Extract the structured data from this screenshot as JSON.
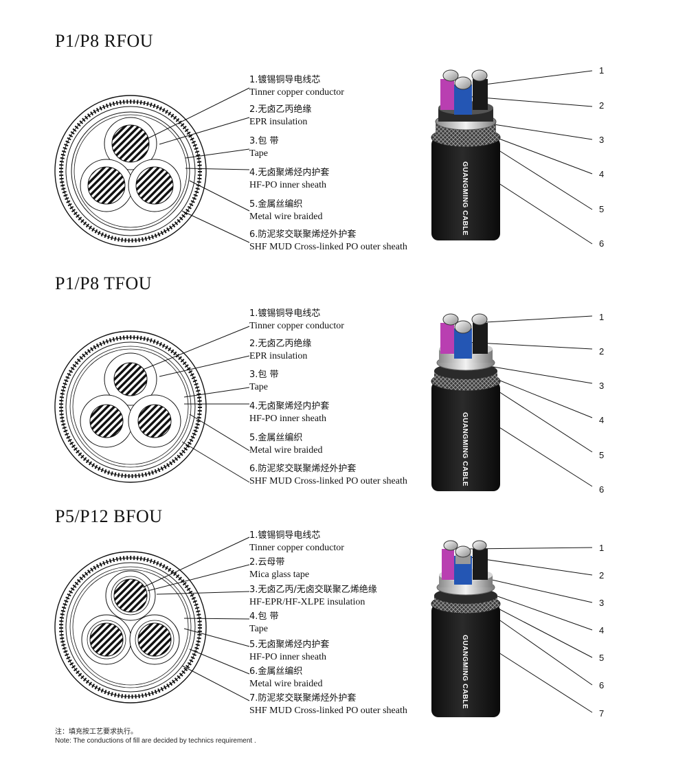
{
  "sections": [
    {
      "title": "P1/P8 RFOU",
      "labels": [
        {
          "zh": "1.镀锡铜导电线芯",
          "en": "Tinner copper conductor"
        },
        {
          "zh": "2.无卤乙丙绝缘",
          "en": "EPR insulation"
        },
        {
          "zh": "3.包  带",
          "en": "Tape"
        },
        {
          "zh": "4.无卤聚烯烃内护套",
          "en": "HF-PO inner sheath"
        },
        {
          "zh": "5.金属丝编织",
          "en": "Metal wire braided"
        },
        {
          "zh": "6.防泥浆交联聚烯烃外护套",
          "en": "SHF MUD Cross-linked PO outer sheath"
        }
      ],
      "numbers": [
        "1",
        "2",
        "3",
        "4",
        "5",
        "6"
      ],
      "cable_text": "GUANGMING CABLE"
    },
    {
      "title": "P1/P8 TFOU",
      "labels": [
        {
          "zh": "1.镀锡铜导电线芯",
          "en": "Tinner copper conductor"
        },
        {
          "zh": "2.无卤乙丙绝缘",
          "en": "EPR insulation"
        },
        {
          "zh": "3.包  带",
          "en": "Tape"
        },
        {
          "zh": "4.无卤聚烯烃内护套",
          "en": "HF-PO inner sheath"
        },
        {
          "zh": "5.金属丝编织",
          "en": "Metal wire braided"
        },
        {
          "zh": "6.防泥浆交联聚烯烃外护套",
          "en": "SHF MUD Cross-linked PO outer sheath"
        }
      ],
      "numbers": [
        "1",
        "2",
        "3",
        "4",
        "5",
        "6"
      ],
      "cable_text": "GUANGMING CABLE"
    },
    {
      "title": "P5/P12 BFOU",
      "labels": [
        {
          "zh": "1.镀锡铜导电线芯",
          "en": "Tinner copper conductor"
        },
        {
          "zh": "2.云母带",
          "en": "Mica glass tape"
        },
        {
          "zh": "3.无卤乙丙/无卤交联聚乙烯绝缘",
          "en": "HF-EPR/HF-XLPE insulation"
        },
        {
          "zh": "4.包  带",
          "en": "Tape"
        },
        {
          "zh": "5.无卤聚烯烃内护套",
          "en": "HF-PO inner sheath"
        },
        {
          "zh": "6.金属丝编织",
          "en": "Metal wire braided"
        },
        {
          "zh": "7.防泥浆交联聚烯烃外护套",
          "en": "SHF MUD Cross-linked PO outer sheath"
        }
      ],
      "numbers": [
        "1",
        "2",
        "3",
        "4",
        "5",
        "6",
        "7"
      ],
      "cable_text": "GUANGMING CABLE"
    }
  ],
  "note": {
    "zh": "注：填充按工艺要求执行。",
    "en": "Note: The conductions of fill are decided by technics requirement ."
  }
}
